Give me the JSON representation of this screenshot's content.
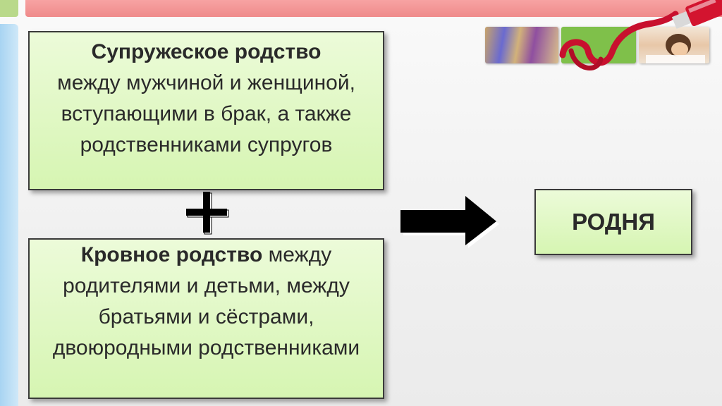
{
  "box1": {
    "bold": "Супружеское родство",
    "rest": "между мужчиной и женщиной, вступающими в брак, а также родственниками супругов"
  },
  "box2": {
    "bold": "Кровное родство",
    "rest": " между родителями и детьми, между братьями и сёстрами, двоюродными родственниками"
  },
  "result": "РОДНЯ",
  "colors": {
    "box_fill": "#d6f5b2",
    "top_band": "#ef8b8b",
    "side_bar": "#a8d4f2",
    "paint": "#c8102e"
  },
  "icons": [
    "plus-icon",
    "right-arrow-icon",
    "paint-tube-icon"
  ]
}
